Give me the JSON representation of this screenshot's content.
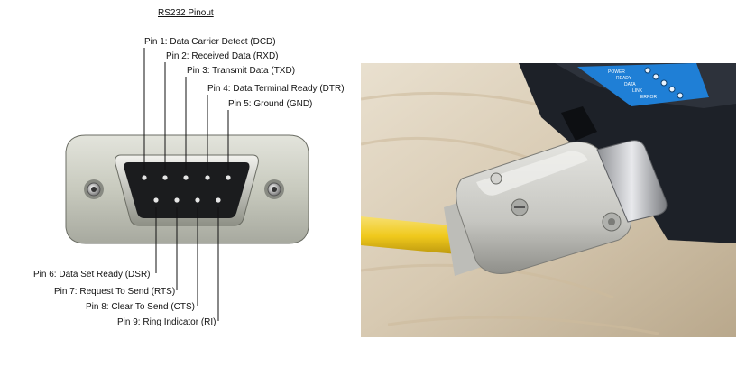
{
  "title": "RS232 Pinout",
  "pins_top": [
    {
      "pin": 1,
      "label": "Pin 1: Data Carrier Detect (DCD)"
    },
    {
      "pin": 2,
      "label": "Pin 2: Received Data (RXD)"
    },
    {
      "pin": 3,
      "label": "Pin 3: Transmit Data (TXD)"
    },
    {
      "pin": 4,
      "label": "Pin 4: Data Terminal Ready (DTR)"
    },
    {
      "pin": 5,
      "label": "Pin 5: Ground (GND)"
    }
  ],
  "pins_bottom": [
    {
      "pin": 6,
      "label": "Pin 6: Data Set Ready (DSR)"
    },
    {
      "pin": 7,
      "label": "Pin 7: Request To Send (RTS)"
    },
    {
      "pin": 8,
      "label": "Pin 8: Clear To Send (CTS)"
    },
    {
      "pin": 9,
      "label": "Pin 9: Ring Indicator (RI)"
    }
  ],
  "colors": {
    "connector_plate": "#c8cabe",
    "connector_shell": "#9a9c92",
    "pin_face": "#1b1c1e",
    "pin": "#e6e6e6",
    "plug": "#cfcfcb",
    "cable": "#f0c91c",
    "device": "#1d2128",
    "device_panel": "#1f7fd6"
  },
  "photo": {
    "led_labels": [
      "POWER",
      "READY",
      "DATA",
      "LINK",
      "ERROR"
    ]
  }
}
